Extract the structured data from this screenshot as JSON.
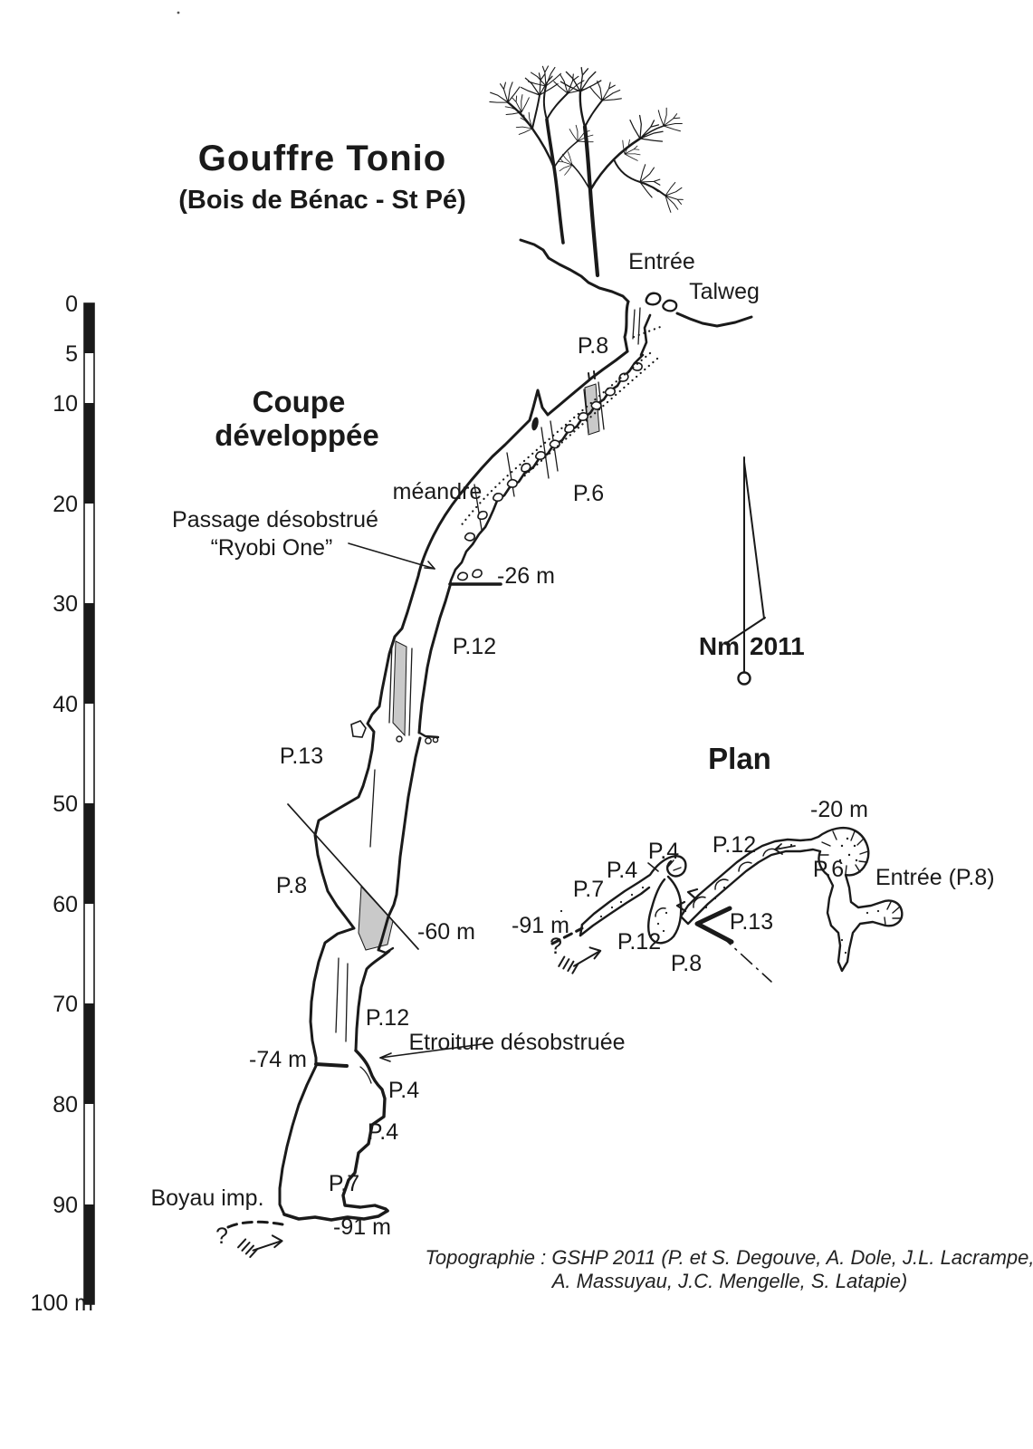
{
  "page": {
    "title_line1": "Gouffre Tonio",
    "title_line2": "(Bois de Bénac - St Pé)"
  },
  "coupe": {
    "heading_line1": "Coupe",
    "heading_line2": "développée",
    "entree": "Entrée",
    "talweg": "Talweg",
    "meandre": "méandre",
    "passage_line1": "Passage désobstrué",
    "passage_line2": "“Ryobi One”",
    "p8_top": "P.8",
    "p6": "P.6",
    "depth_26": "-26 m",
    "p12_upper": "P.12",
    "p13": "P.13",
    "p8_mid": "P.8",
    "depth_60": "-60 m",
    "p12_lower": "P.12",
    "etroiture": "Etroiture désobstruée",
    "depth_74": "-74 m",
    "p4_upper": "P.4",
    "p4_lower": "P.4",
    "p7": "P.7",
    "boyau": "Boyau imp.",
    "question_mark": "?",
    "depth_91": "-91 m"
  },
  "plan": {
    "heading": "Plan",
    "depth_20": "-20 m",
    "p12_upper": "P.12",
    "p4_leader": "P.4",
    "p4": "P.4",
    "p7": "P.7",
    "p6": "P.6",
    "entree": "Entrée (P.8)",
    "depth_91": "-91 m",
    "question_mark": "?",
    "p12_lower": "P.12",
    "p13": "P.13",
    "p8": "P.8"
  },
  "north_arrow": {
    "label_nm": "Nm",
    "label_year": "2011"
  },
  "depth_scale": {
    "ticks": [
      "0",
      "5",
      "10",
      "20",
      "30",
      "40",
      "50",
      "60",
      "70",
      "80",
      "90",
      "100 m"
    ]
  },
  "credits": {
    "line1": "Topographie : GSHP 2011 (P. et S. Degouve, A. Dole, J.L. Lacrampe,",
    "line2": "A. Massuyau, J.C. Mengelle, S. Latapie)"
  },
  "colors": {
    "ink": "#1a1a1a",
    "pitch_fill": "#c9c9c9",
    "paper": "#ffffff"
  }
}
